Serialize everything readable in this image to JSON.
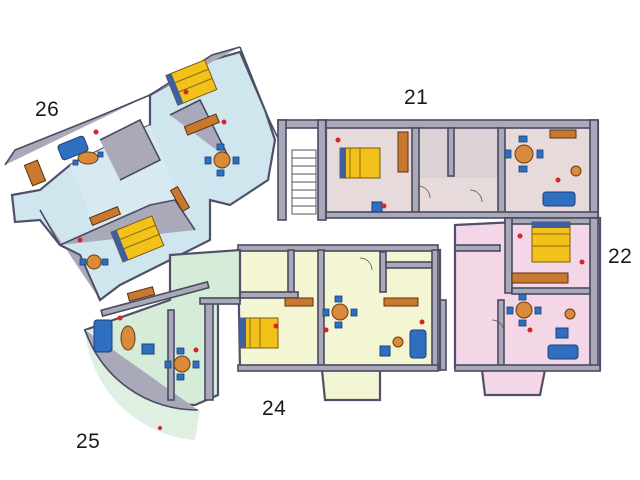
{
  "units": [
    {
      "id": "unit-21",
      "label": "21"
    },
    {
      "id": "unit-22",
      "label": "22"
    },
    {
      "id": "unit-24",
      "label": "24"
    },
    {
      "id": "unit-25",
      "label": "25"
    },
    {
      "id": "unit-26",
      "label": "26"
    }
  ],
  "colors": {
    "unit_21": "#e6dada",
    "unit_22": "#f3d7e6",
    "unit_24": "#f4f5d2",
    "unit_25": "#d5ecd9",
    "unit_26": "#cfe6ef",
    "bed": "#f2c21a",
    "sofa": "#2f6fc0",
    "wood": "#d98a3a",
    "walls": "#a9a9b9"
  },
  "icons": [
    "bed-icon",
    "sofa-icon",
    "dining-table-icon",
    "dresser-icon",
    "stairs-icon",
    "door-swing-icon"
  ]
}
